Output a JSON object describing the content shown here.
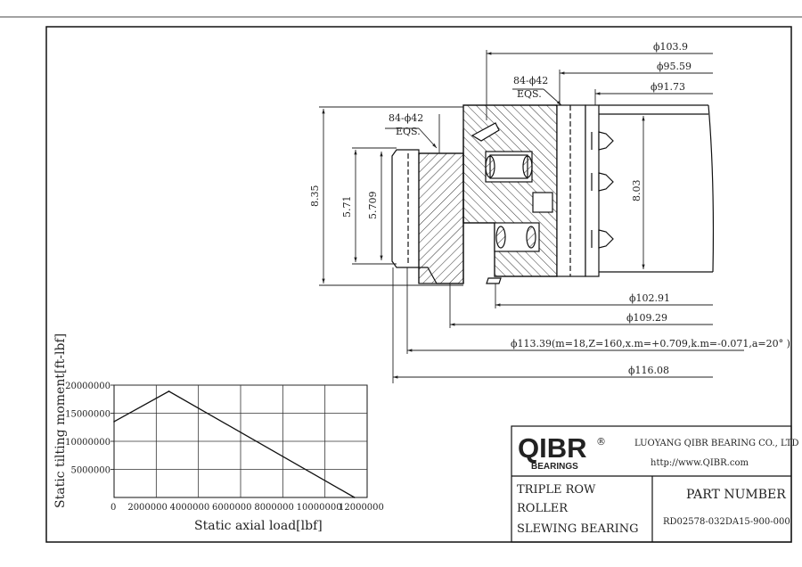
{
  "drawing": {
    "dimensions": {
      "d_103_9": "ϕ103.9",
      "d_95_59": "ϕ95.59",
      "d_91_73": "ϕ91.73",
      "d_102_91": "ϕ102.91",
      "d_109_29": "ϕ109.29",
      "d_113_39": "ϕ113.39(m=18,Z=160,x.m=+0.709,k.m=-0.071,a=20° )",
      "d_116_08": "ϕ116.08",
      "holes_outer": "84-ϕ42",
      "holes_outer_eqs": "EQS.",
      "holes_inner": "84-ϕ42",
      "holes_inner_eqs": "EQS.",
      "h_8_35": "8.35",
      "h_5_71": "5.71",
      "h_5_709": "5.709",
      "h_8_03": "8.03"
    }
  },
  "chart_data": {
    "type": "line",
    "xlabel": "Static axial load[lbf]",
    "ylabel": "Static tilting moment[ft-lbf]",
    "xlim": [
      0,
      12000000
    ],
    "ylim": [
      0,
      20000000
    ],
    "x_ticks": [
      "0",
      "2000000",
      "4000000",
      "6000000",
      "8000000",
      "10000000",
      "12000000"
    ],
    "y_ticks": [
      "5000000",
      "10000000",
      "15000000",
      "20000000"
    ],
    "grid": true,
    "series": [
      {
        "x": [
          0,
          2600000,
          11400000
        ],
        "y": [
          13500000,
          18900000,
          0
        ]
      }
    ]
  },
  "title_block": {
    "logo_text": "QIBR",
    "logo_sub": "BEARINGS",
    "logo_reg": "®",
    "company": "LUOYANG QIBR BEARING CO., LTD",
    "website": "http://www.QIBR.com",
    "desc_line1": "TRIPLE ROW",
    "desc_line2": "ROLLER",
    "desc_line3": "SLEWING BEARING",
    "part_label": "PART  NUMBER",
    "part_number": "RD02578-032DA15-900-000"
  }
}
